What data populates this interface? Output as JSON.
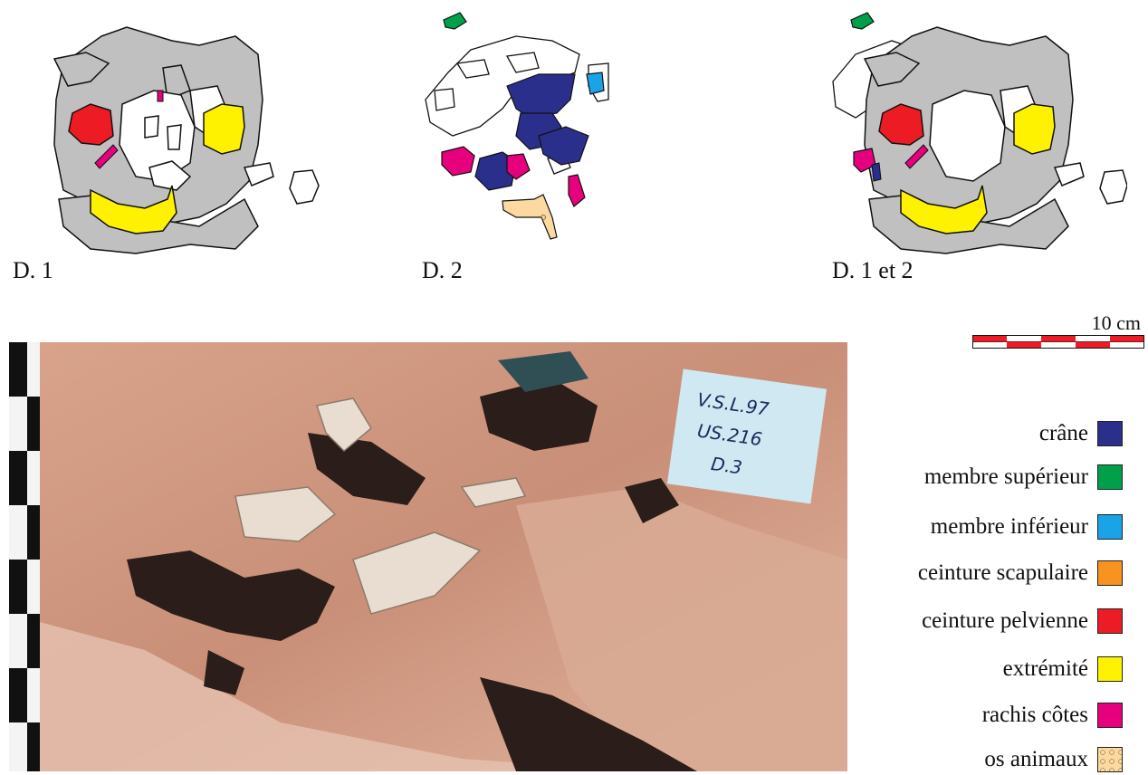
{
  "plans": [
    {
      "label": "D. 1"
    },
    {
      "label": "D.  2"
    },
    {
      "label": "D. 1 et 2"
    }
  ],
  "photo_tag": {
    "line1": "V.S.L.97",
    "line2": "US.216",
    "line3": "D.3"
  },
  "scale": {
    "label": "10 cm"
  },
  "legend": [
    {
      "label": "crâne",
      "color": "#2a2f8c"
    },
    {
      "label": "membre supérieur",
      "color": "#00a04a"
    },
    {
      "label": "membre inférieur",
      "color": "#1ba3e8"
    },
    {
      "label": "ceinture scapulaire",
      "color": "#f7931e"
    },
    {
      "label": "ceinture pelvienne",
      "color": "#ed1c24"
    },
    {
      "label": "extrémité",
      "color": "#fff200"
    },
    {
      "label": "rachis côtes",
      "color": "#e6007e"
    },
    {
      "label": "os animaux",
      "color": "#fcd9a0"
    }
  ],
  "colors": {
    "bone_grey": "#c0c0c0",
    "outline": "#111111"
  }
}
